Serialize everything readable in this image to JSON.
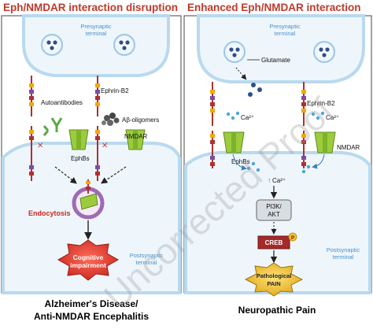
{
  "left_panel": {
    "title": "Eph/NMDAR interaction disruption",
    "labels": {
      "autoantibodies": "Autoantibodies",
      "ephrin_b2": "Ephrin-B2",
      "ab_oligomers": "Aβ-oligomers",
      "ephbs": "EphBs",
      "nmdar": "NMDAR",
      "endocytosis": "Endocytosis",
      "outcome_line1": "Cognitive",
      "outcome_line2": "impairment"
    },
    "caption_line1": "Alzheimer's Disease/",
    "caption_line2": "Anti-NMDAR Encephalitis"
  },
  "right_panel": {
    "title": "Enhanced Eph/NMDAR interaction",
    "labels": {
      "presynaptic_line1": "Presynaptic",
      "presynaptic_line2": "terminal",
      "glutamate": "Glutamate",
      "ephrin_b2": "Ephrin-B2",
      "ca_left": "Ca²⁺",
      "ca_right": "Ca²⁺",
      "ephbs": "EphBs",
      "nmdar": "NMDAR",
      "ca_influx": "Ca²⁺",
      "pi3k_line1": "PI3K/",
      "pi3k_line2": "AKT",
      "creb": "CREB",
      "p_badge": "P",
      "postsynaptic_line1": "Postsynaptic",
      "postsynaptic_line2": "terminal",
      "outcome_line1": "Pathological",
      "outcome_line2": "PAIN"
    },
    "caption": "Neuropathic Pain"
  },
  "left_terminals": {
    "presynaptic_line1": "Presynaptic",
    "presynaptic_line2": "terminal",
    "postsynaptic_line1": "Postsynaptic",
    "postsynaptic_line2": "terminal"
  },
  "watermark": "Uncorrected Proof",
  "colors": {
    "title_red": "#c0392b",
    "membrane_blue": "#b9d9ee",
    "cell_fill": "#eef6fc",
    "nmdar_green": "#9ccc3c",
    "ephb_red": "#b03030",
    "creb_red": "#a52a2a",
    "pain_yellow": "#f2c230",
    "impairment_red": "#e03c31",
    "endocytosis_purple": "#a06ab4"
  }
}
